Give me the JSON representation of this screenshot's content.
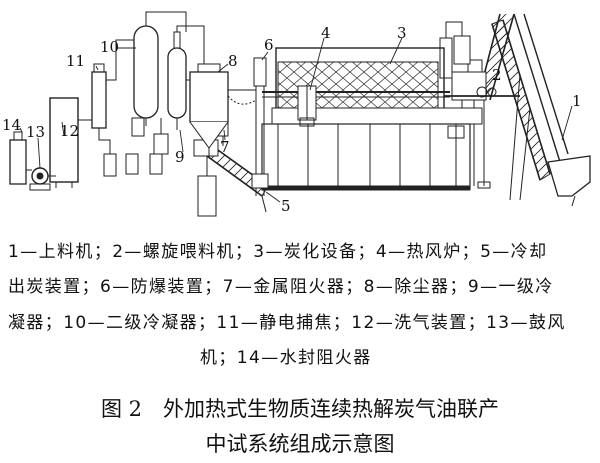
{
  "labels": {
    "l1": "1",
    "l2": "2",
    "l3": "3",
    "l4": "4",
    "l5": "5",
    "l6": "6",
    "l7": "7",
    "l8": "8",
    "l9": "9",
    "l10": "10",
    "l11": "11",
    "l12": "12",
    "l13": "13",
    "l14": "14"
  },
  "legend": {
    "line1": "1—上料机；2—螺旋喂料机；3—炭化设备；4—热风炉；5—冷却",
    "line2": "出炭装置；6—防爆装置；7—金属阻火器；8—除尘器；9—一级冷",
    "line3": "凝器；10—二级冷凝器；11—静电捕焦；12—洗气装置；13—鼓风",
    "line4": "机；14—水封阻火器"
  },
  "caption": {
    "line1": "图 2　外加热式生物质连续热解炭气油联产",
    "line2": "中试系统组成示意图"
  }
}
